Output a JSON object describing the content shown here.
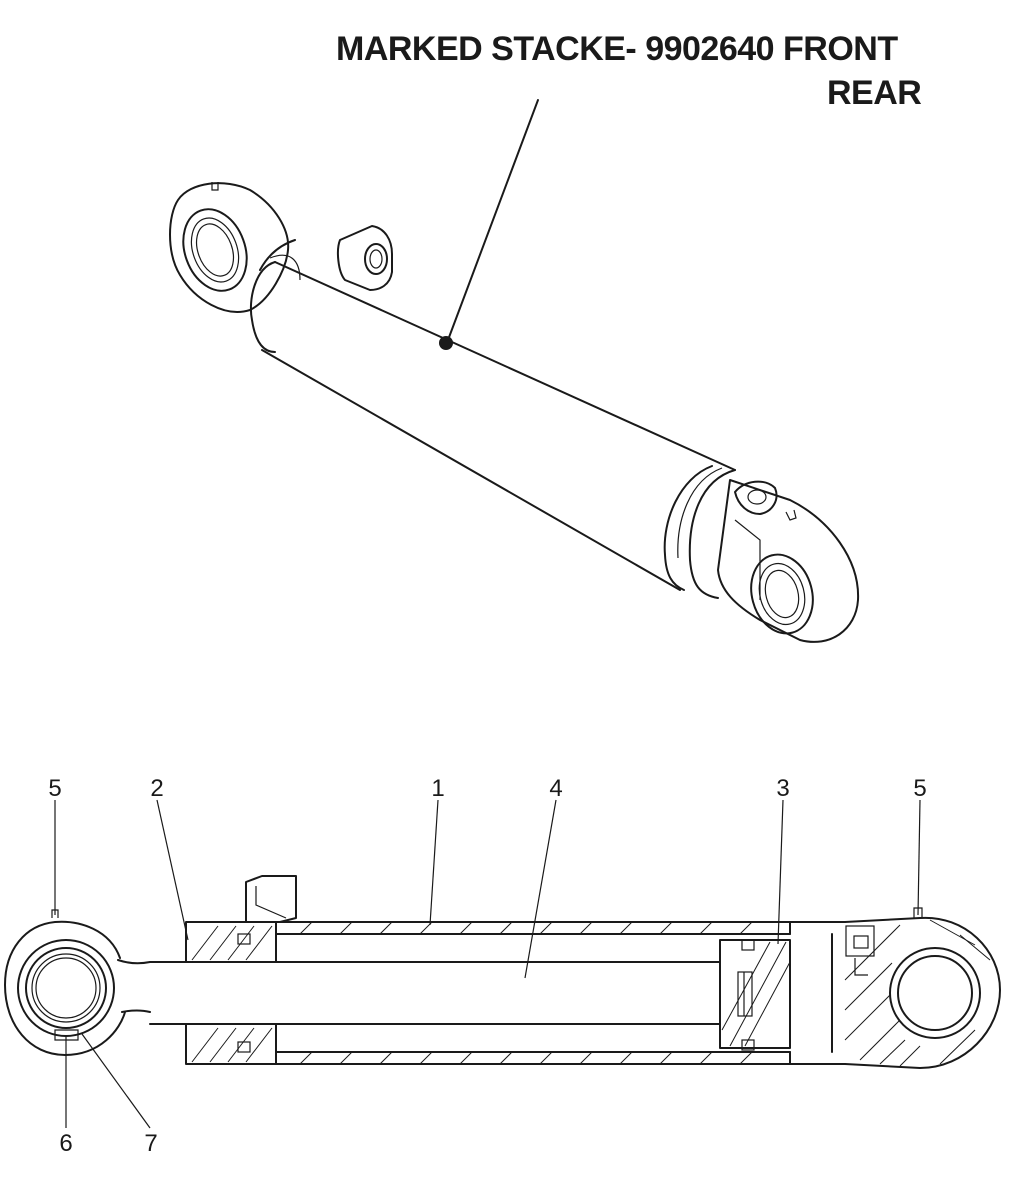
{
  "title": {
    "line1": "MARKED STACKE- 9902640 FRONT",
    "line2": "REAR"
  },
  "callouts": [
    {
      "id": "c5a",
      "label": "5"
    },
    {
      "id": "c2",
      "label": "2"
    },
    {
      "id": "c1",
      "label": "1"
    },
    {
      "id": "c4",
      "label": "4"
    },
    {
      "id": "c3",
      "label": "3"
    },
    {
      "id": "c5b",
      "label": "5"
    },
    {
      "id": "c6",
      "label": "6"
    },
    {
      "id": "c7",
      "label": "7"
    }
  ],
  "colors": {
    "ink": "#1a1a1a",
    "paper": "#ffffff"
  }
}
